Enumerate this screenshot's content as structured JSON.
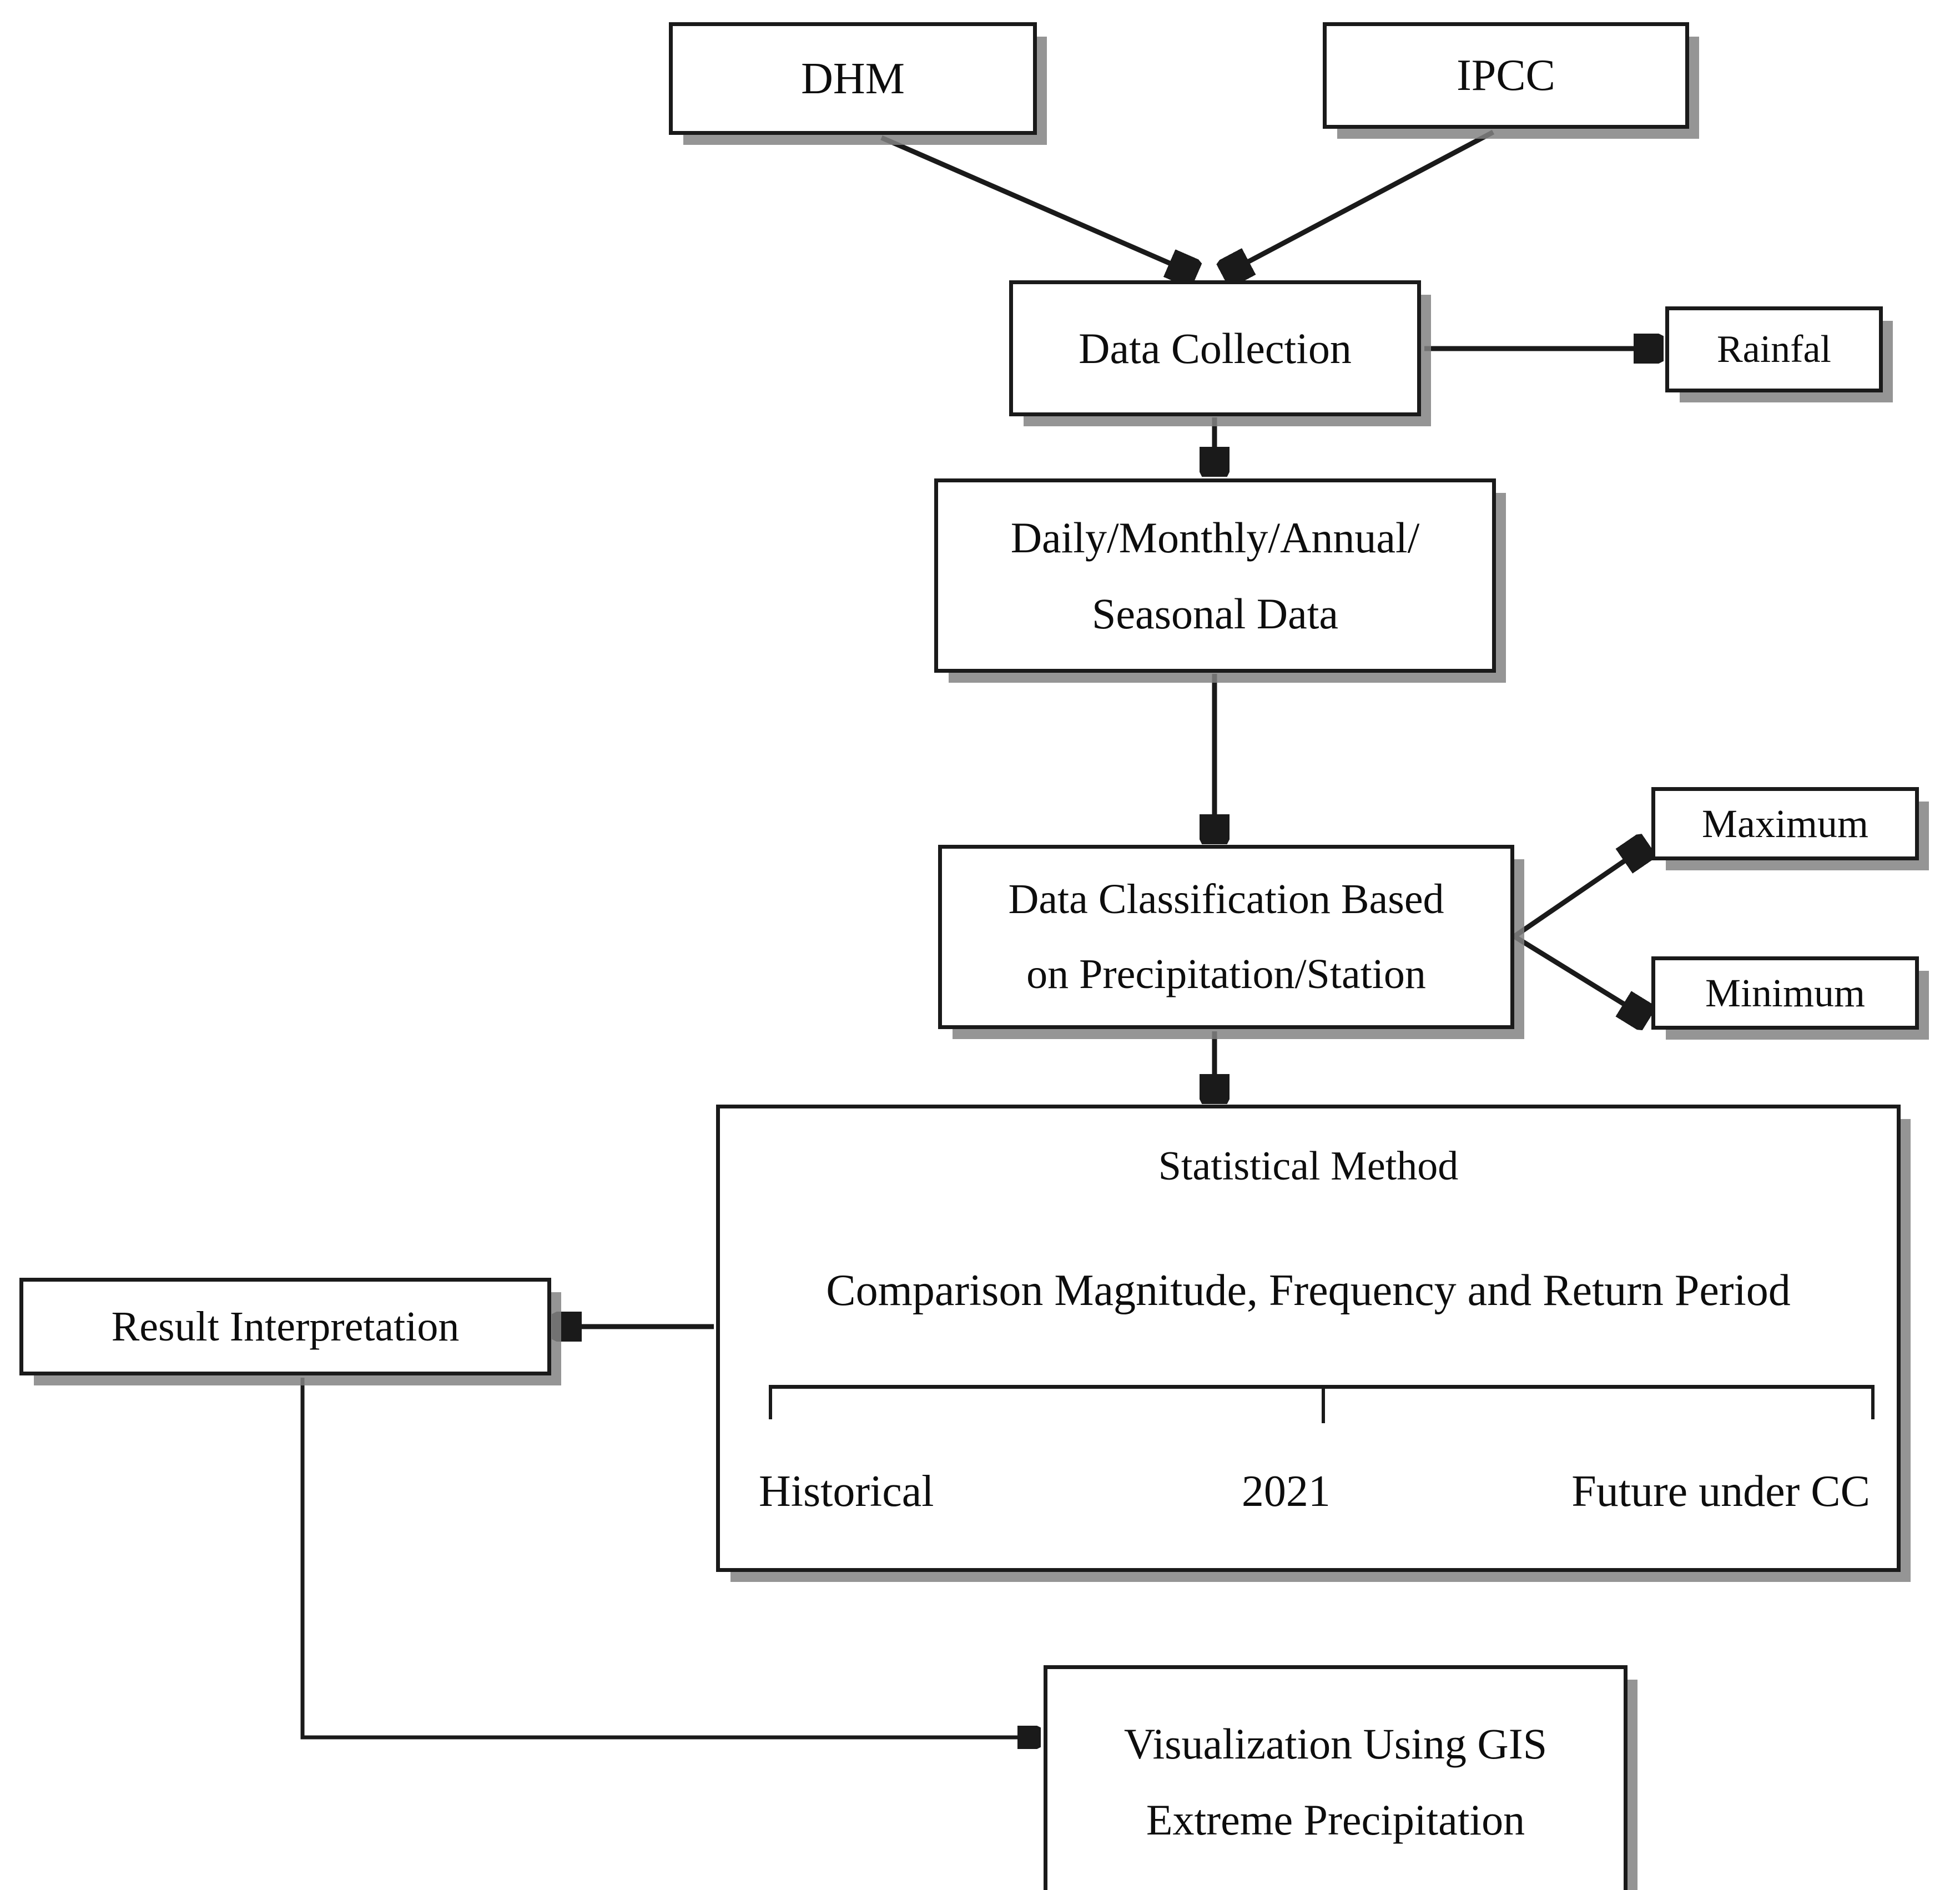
{
  "diagram": {
    "title": "Methodology flowchart for extreme precipitation analysis",
    "nodes": {
      "dhm": "DHM",
      "ipcc": "IPCC",
      "data_collection": "Data Collection",
      "rainfall": "Rainfal",
      "frequency_line1": "Daily/Monthly/Annual/",
      "frequency_line2": "Seasonal Data",
      "classification_line1": "Data Classification Based",
      "classification_line2": "on Precipitation/Station",
      "maximum": "Maximum",
      "minimum": "Minimum",
      "statistical_method_title": "Statistical Method",
      "statistical_method_subtitle": "Comparison Magnitude, Frequency and Return Period",
      "bracket_labels": [
        "Historical",
        "2021",
        "Future under CC"
      ],
      "result_interpretation": "Result Interpretation",
      "visualization_line1": "Visualization Using GIS",
      "visualization_line2": "Extreme Precipitation"
    },
    "colors": {
      "stroke": "#1a1a1a",
      "shadow": "#828282",
      "background": "#ffffff",
      "text": "#0d0d0d"
    }
  }
}
